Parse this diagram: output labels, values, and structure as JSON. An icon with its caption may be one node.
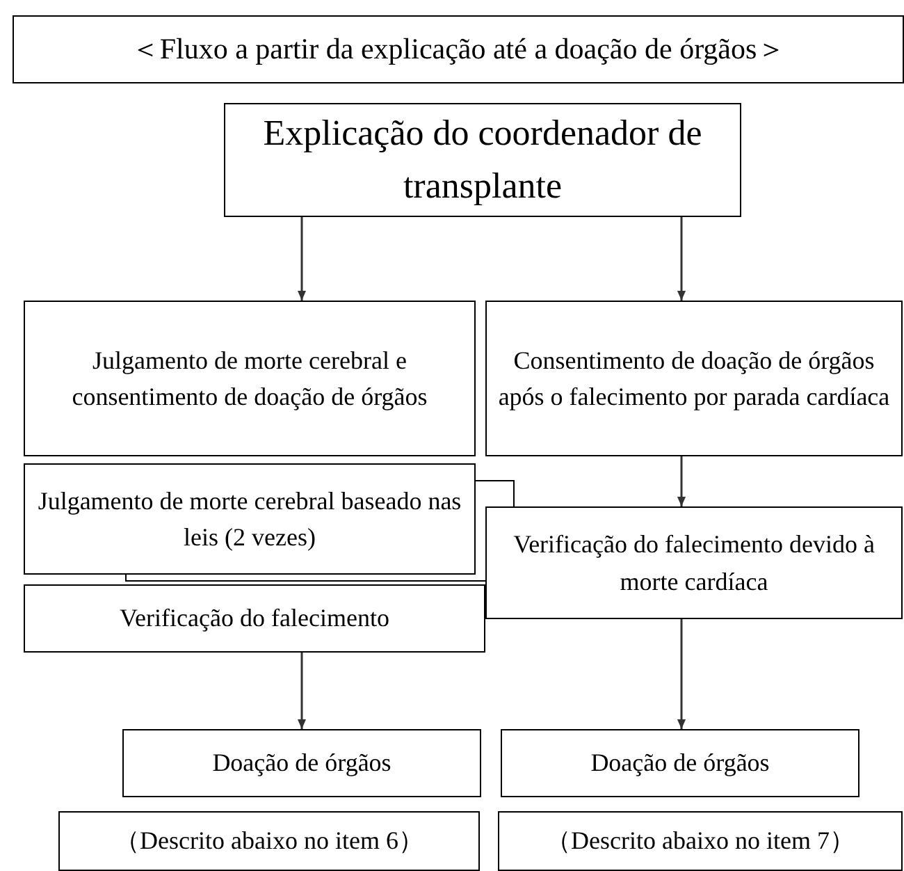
{
  "diagram": {
    "title": "＜Fluxo a partir da explicação até a doação de órgãos＞",
    "nodes": [
      {
        "text": [
          "Explicação do coordenador de transplante"
        ]
      },
      {
        "text": [
          "Julgamento de morte cerebral e consentimento de doação de órgãos"
        ]
      },
      {
        "text": [
          "Consentimento de doação de órgãos após o falecimento por parada cardíaca"
        ]
      },
      {
        "text": [
          "Julgamento de morte cerebral baseado nas leis (2 vezes)"
        ]
      },
      {
        "text": [
          "Verificação do falecimento"
        ]
      },
      {
        "text": [
          "Verificação do falecimento devido à morte cardíaca"
        ]
      },
      {
        "text": [
          "Doação de órgãos"
        ]
      },
      {
        "text": [
          "Doação de órgãos"
        ]
      },
      {
        "text": [
          "（Descrito abaixo no item 6）"
        ]
      },
      {
        "text": [
          "（Descrito abaixo no item 7）"
        ]
      }
    ],
    "edges": [
      {
        "from": 0,
        "to": 1,
        "arrow": "to"
      },
      {
        "from": 0,
        "to": 2,
        "arrow": "to"
      },
      {
        "from": 2,
        "to": 5,
        "arrow": "to"
      },
      {
        "from": 4,
        "to": 6,
        "arrow": "to"
      },
      {
        "from": 5,
        "to": 7,
        "arrow": "to"
      }
    ]
  }
}
